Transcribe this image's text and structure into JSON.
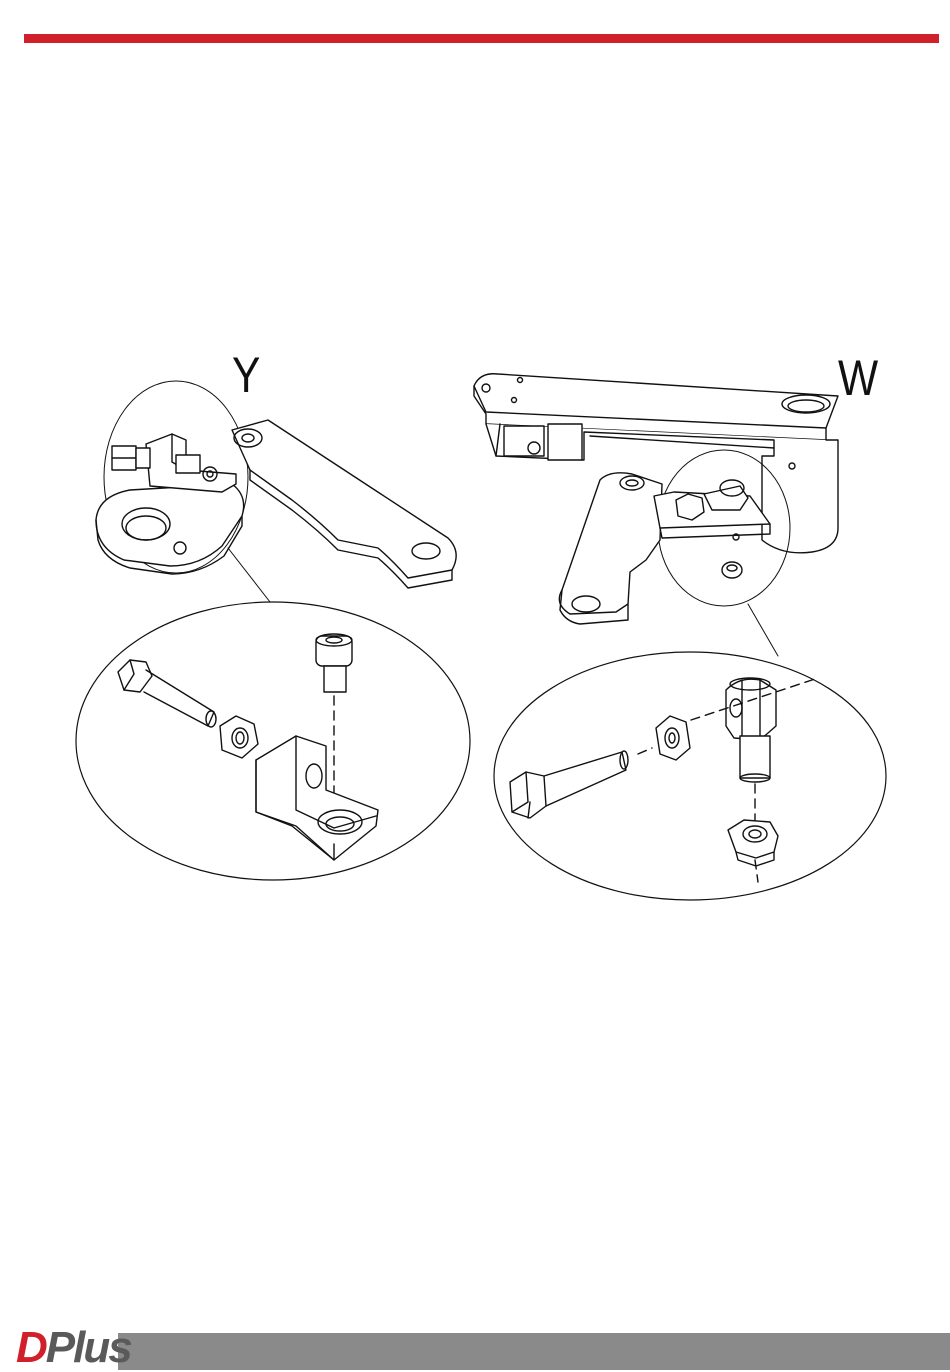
{
  "document": {
    "labels": {
      "left_assembly": "Y",
      "right_assembly": "W"
    },
    "footer": {
      "brand_first": "D",
      "brand_rest": "Plus"
    }
  },
  "colors": {
    "accent_red": "#d0202a",
    "footer_gray": "#8a8a8a",
    "line": "#111111"
  }
}
